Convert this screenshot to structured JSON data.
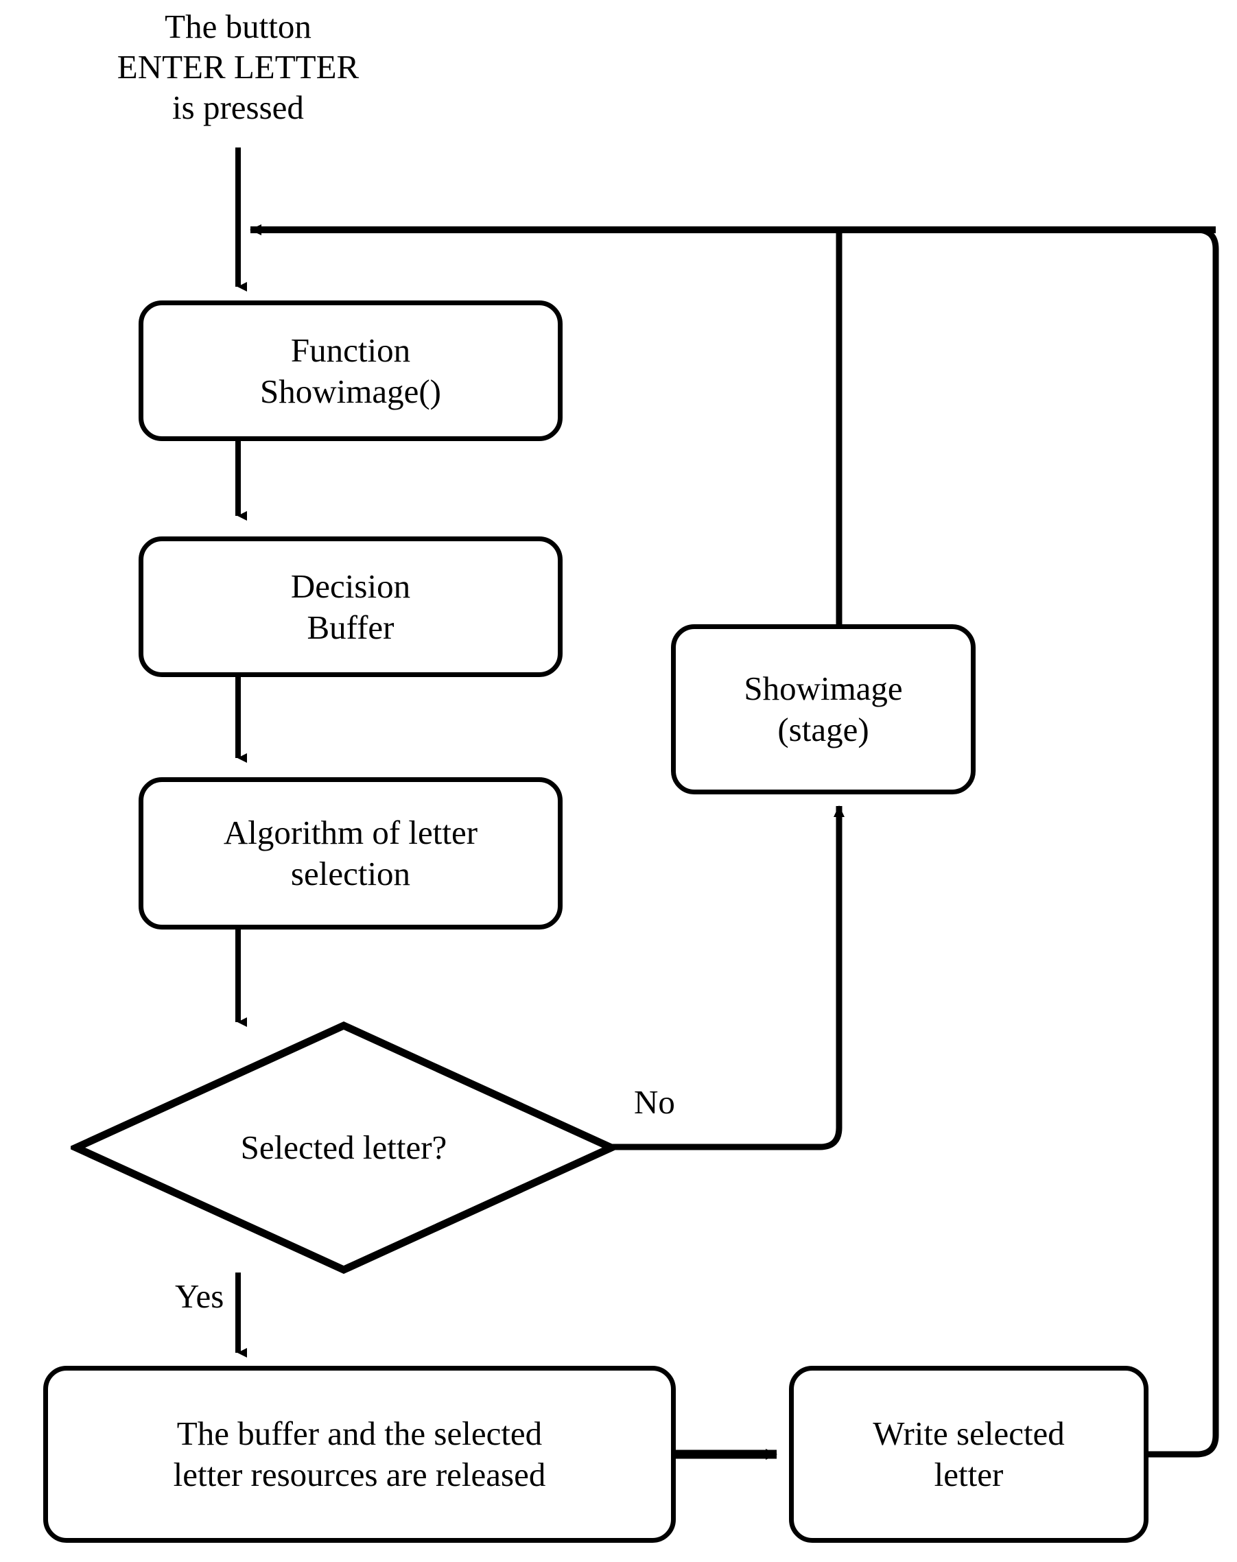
{
  "diagram": {
    "title_text": "The button\nENTER LETTER\nis pressed",
    "type": "flowchart",
    "background_color": "#ffffff",
    "line_color": "#000000",
    "nodes": [
      {
        "id": "start-text",
        "shape": "text",
        "label": "The button\nENTER LETTER\nis pressed"
      },
      {
        "id": "function-showimage",
        "shape": "rounded-rect",
        "label": "Function\nShowimage()"
      },
      {
        "id": "decision-buffer",
        "shape": "rounded-rect",
        "label": "Decision\nBuffer"
      },
      {
        "id": "algorithm-of-letter-selection",
        "shape": "rounded-rect",
        "label": "Algorithm of letter\nselection"
      },
      {
        "id": "selected-letter",
        "shape": "diamond",
        "label": "Selected letter?"
      },
      {
        "id": "showimage-stage",
        "shape": "rounded-rect",
        "label": "Showimage\n(stage)"
      },
      {
        "id": "release-resources",
        "shape": "rounded-rect",
        "label": "The buffer and the selected\nletter resources are released"
      },
      {
        "id": "write-selected-letter",
        "shape": "rounded-rect",
        "label": "Write selected\nletter"
      }
    ],
    "edge_labels": {
      "no": "No",
      "yes": "Yes"
    },
    "edges": [
      {
        "from": "start-text",
        "to": "function-showimage",
        "label": ""
      },
      {
        "from": "function-showimage",
        "to": "decision-buffer",
        "label": ""
      },
      {
        "from": "decision-buffer",
        "to": "algorithm-of-letter-selection",
        "label": ""
      },
      {
        "from": "algorithm-of-letter-selection",
        "to": "selected-letter",
        "label": ""
      },
      {
        "from": "selected-letter",
        "to": "showimage-stage",
        "label": "No"
      },
      {
        "from": "selected-letter",
        "to": "release-resources",
        "label": "Yes"
      },
      {
        "from": "release-resources",
        "to": "write-selected-letter",
        "label": ""
      },
      {
        "from": "showimage-stage",
        "to": "function-showimage",
        "label": ""
      },
      {
        "from": "write-selected-letter",
        "to": "function-showimage",
        "label": ""
      }
    ]
  }
}
